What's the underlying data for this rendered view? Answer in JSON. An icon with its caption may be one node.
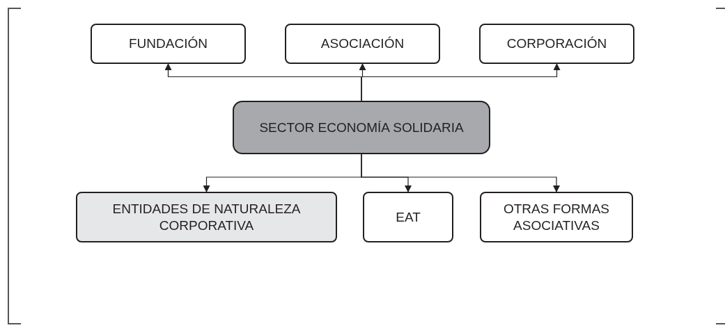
{
  "diagram": {
    "nodes": [
      {
        "text": [
          "FUNDACIÓN"
        ]
      },
      {
        "text": [
          "ASOCIACIÓN"
        ]
      },
      {
        "text": [
          "CORPORACIÓN"
        ]
      },
      {
        "text": [
          "SECTOR ECONOMÍA SOLIDARIA"
        ]
      },
      {
        "text": [
          "ENTIDADES DE NATURALEZA CORPORATIVA"
        ]
      },
      {
        "text": [
          "EAT"
        ]
      },
      {
        "text": [
          "OTRAS FORMAS ASOCIATIVAS"
        ]
      }
    ],
    "edges": [
      {
        "from": 3,
        "to": 0,
        "arrow": "to"
      },
      {
        "from": 3,
        "to": 1,
        "arrow": "to"
      },
      {
        "from": 3,
        "to": 2,
        "arrow": "to"
      },
      {
        "from": 3,
        "to": 4,
        "arrow": "to"
      },
      {
        "from": 3,
        "to": 5,
        "arrow": "to"
      },
      {
        "from": 3,
        "to": 6,
        "arrow": "to"
      }
    ]
  }
}
